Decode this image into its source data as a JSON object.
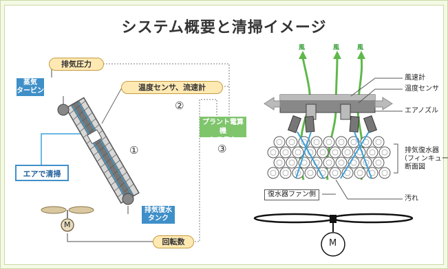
{
  "title": "システム概要と清掃イメージ",
  "left": {
    "exhaust_pressure": "排気圧力",
    "steam_turbine": "蒸気\nタービン",
    "temp_flow": "温度センサ、流速計",
    "air_clean": "エアで清掃",
    "plant_system": "プラント電算機\nシステム",
    "exhaust_tank": "排気復水\nタンク",
    "rpm": "回転数",
    "motor": "M",
    "num1": "①",
    "num2": "②",
    "num3": "③"
  },
  "right": {
    "wind": [
      "風",
      "風",
      "風"
    ],
    "anemometer": "風速計",
    "temp_sensor": "温度センサ",
    "air_nozzle": "エアノズル",
    "condenser": "排気復水器",
    "fin_tube": "（フィンキューブ）",
    "cross_section": "断面図",
    "fan_side": "復水器ファン側",
    "dirt": "汚れ",
    "motor": "M"
  },
  "colors": {
    "pill_fill": "#ffe9b3",
    "blue_box": "#3f8fc8",
    "green_box": "#7fc56c",
    "air_line": "#3aa0d8",
    "wind_line": "#5fb84a"
  }
}
